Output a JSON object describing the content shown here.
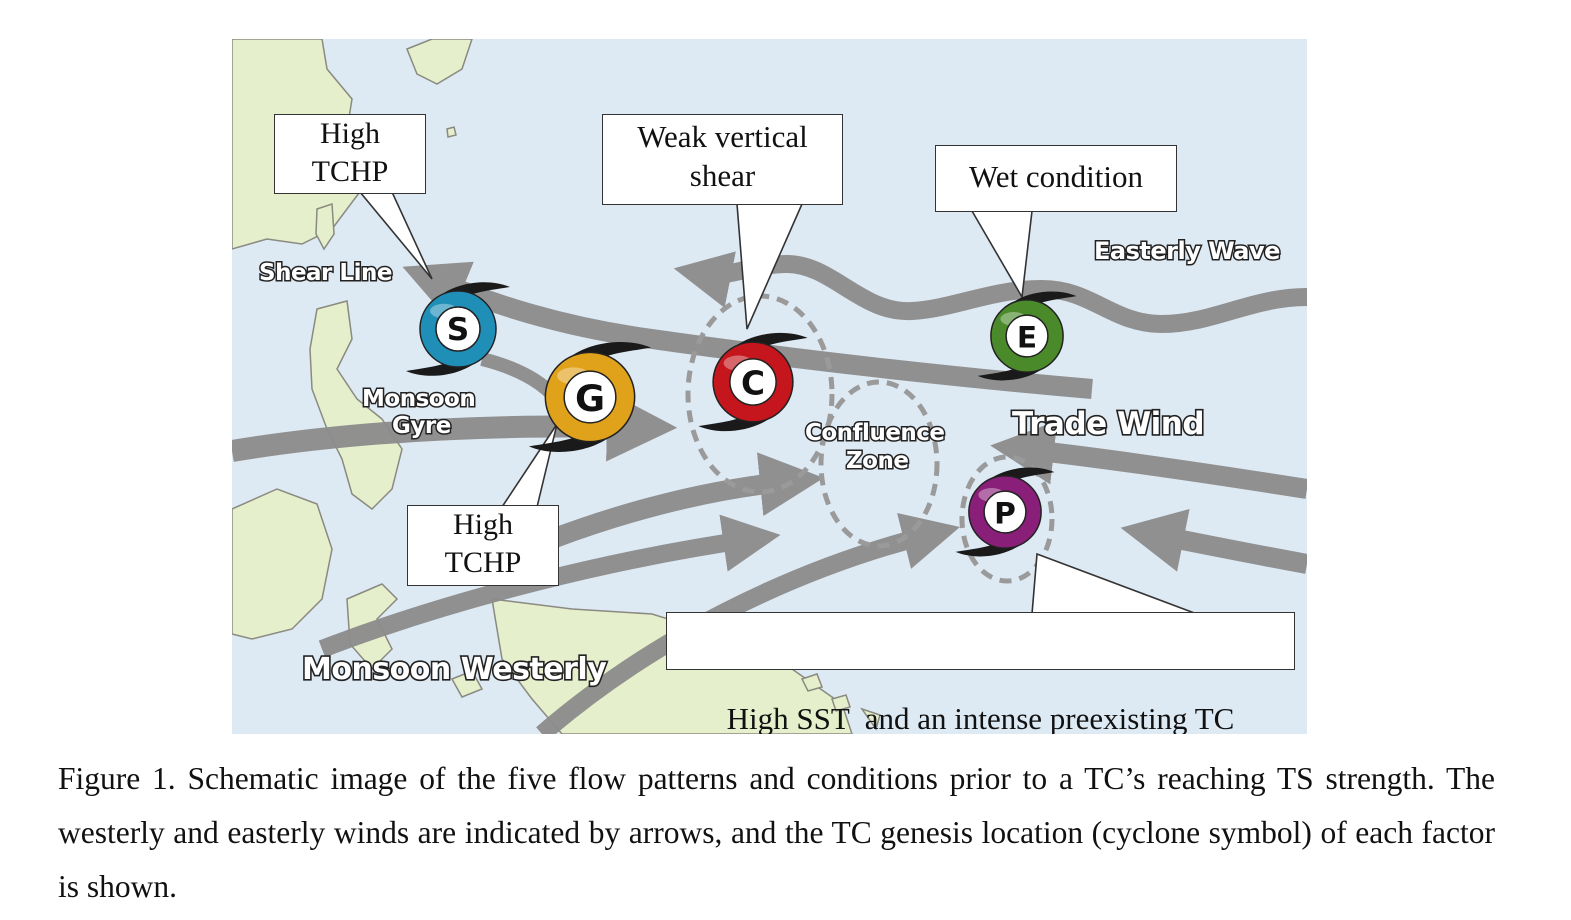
{
  "callouts": {
    "high_tchp_top": [
      "High",
      "TCHP"
    ],
    "weak_shear": [
      "Weak vertical",
      "shear"
    ],
    "wet_condition": "Wet condition",
    "high_tchp_bottom": [
      "High",
      "TCHP"
    ],
    "high_sst": "High SST  and an intense preexisting TC"
  },
  "map_labels": {
    "shear_line": "Shear Line",
    "monsoon_gyre": [
      "Monsoon",
      "Gyre"
    ],
    "confluence_zone": [
      "Confluence",
      "Zone"
    ],
    "easterly_wave": "Easterly Wave",
    "trade_wind": "Trade Wind",
    "monsoon_westerly": "Monsoon Westerly"
  },
  "cyclones": [
    {
      "id": "S",
      "letter": "S",
      "color": "#1f8fb8"
    },
    {
      "id": "G",
      "letter": "G",
      "color": "#e0a21a"
    },
    {
      "id": "C",
      "letter": "C",
      "color": "#c4161c"
    },
    {
      "id": "E",
      "letter": "E",
      "color": "#4a8a2a"
    },
    {
      "id": "P",
      "letter": "P",
      "color": "#8a1f7a"
    }
  ],
  "colors": {
    "sea": "#dde9f3",
    "land": "#e6efcc",
    "coast": "#8a8a80",
    "arrow": "#8c8c8c"
  },
  "caption": "Figure 1. Schematic image of the five flow patterns and conditions prior to a TC’s reaching TS strength. The westerly and easterly winds are indicated by arrows, and the TC genesis location (cyclone symbol) of each factor is shown."
}
